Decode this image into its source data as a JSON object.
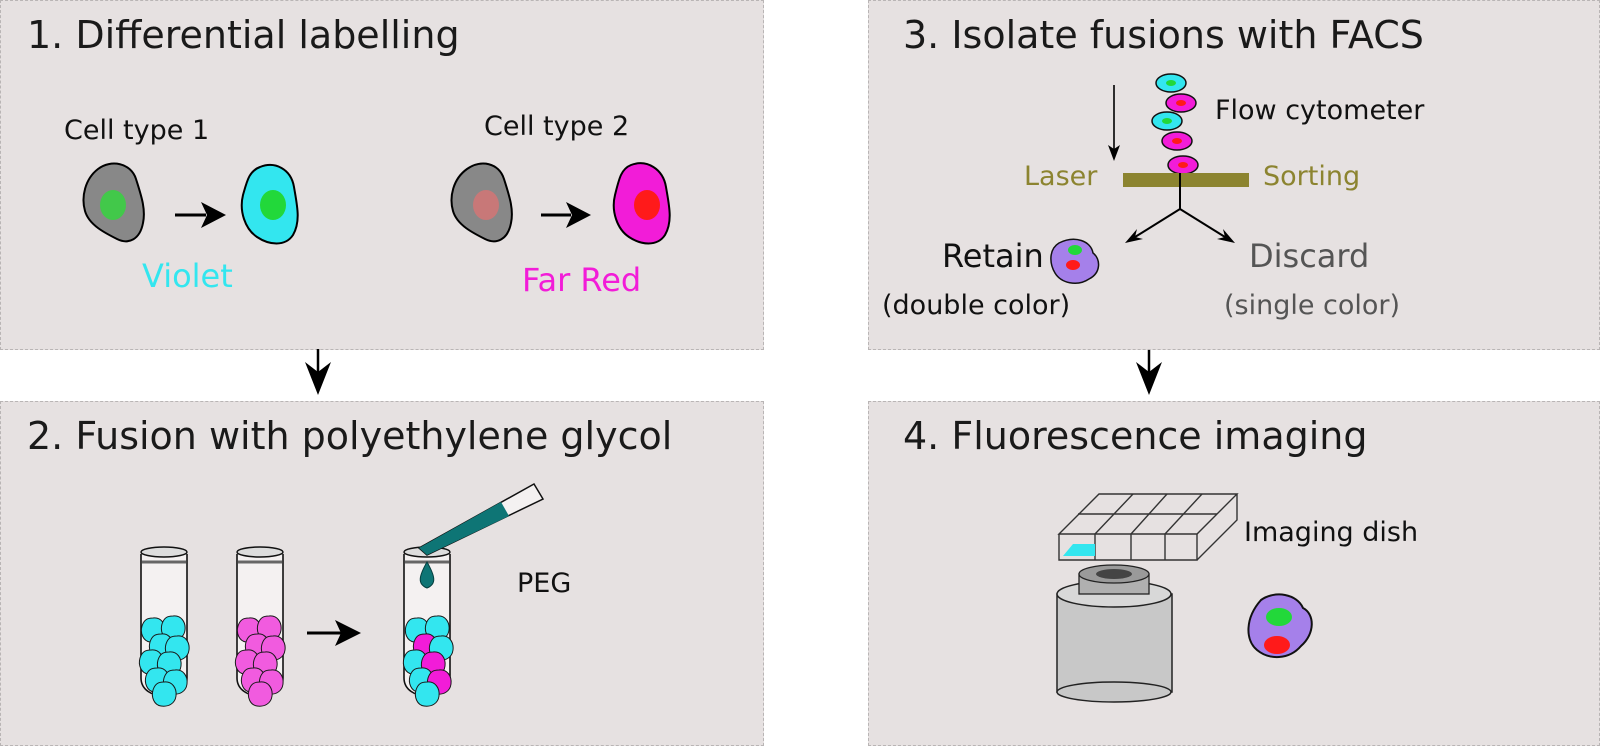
{
  "panel1": {
    "title": "1. Differential labelling",
    "cell_type_1": "Cell type 1",
    "cell_type_2": "Cell type 2",
    "dye_1": "Violet",
    "dye_2": "Far Red"
  },
  "panel2": {
    "title": "2. Fusion with polyethylene glycol",
    "reagent": "PEG"
  },
  "panel3": {
    "title": "3. Isolate fusions with FACS",
    "instrument": "Flow cytometer",
    "laser": "Laser",
    "sorting": "Sorting",
    "retain": "Retain",
    "retain_note": "(double color)",
    "discard": "Discard",
    "discard_note": "(single color)"
  },
  "panel4": {
    "title": "4. Fluorescence imaging",
    "dish": "Imaging dish"
  },
  "colors": {
    "panel_bg": "#e6e1e1",
    "cyan": "#33e6ef",
    "magenta": "#f21cd8",
    "green_nucleus": "#27d83b",
    "red_nucleus": "#ff1a1a",
    "olive": "#8c8430",
    "violet_fused": "#a580ea",
    "teal_peg": "#0e7575"
  }
}
